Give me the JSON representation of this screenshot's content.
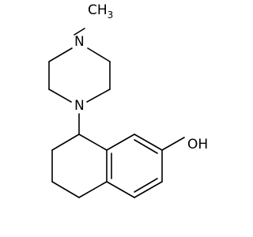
{
  "structure": {
    "atoms": {
      "n_top": "N",
      "n_bottom": "N",
      "ch3": "CH",
      "ch3_subscript": "3",
      "oh": "OH"
    }
  }
}
